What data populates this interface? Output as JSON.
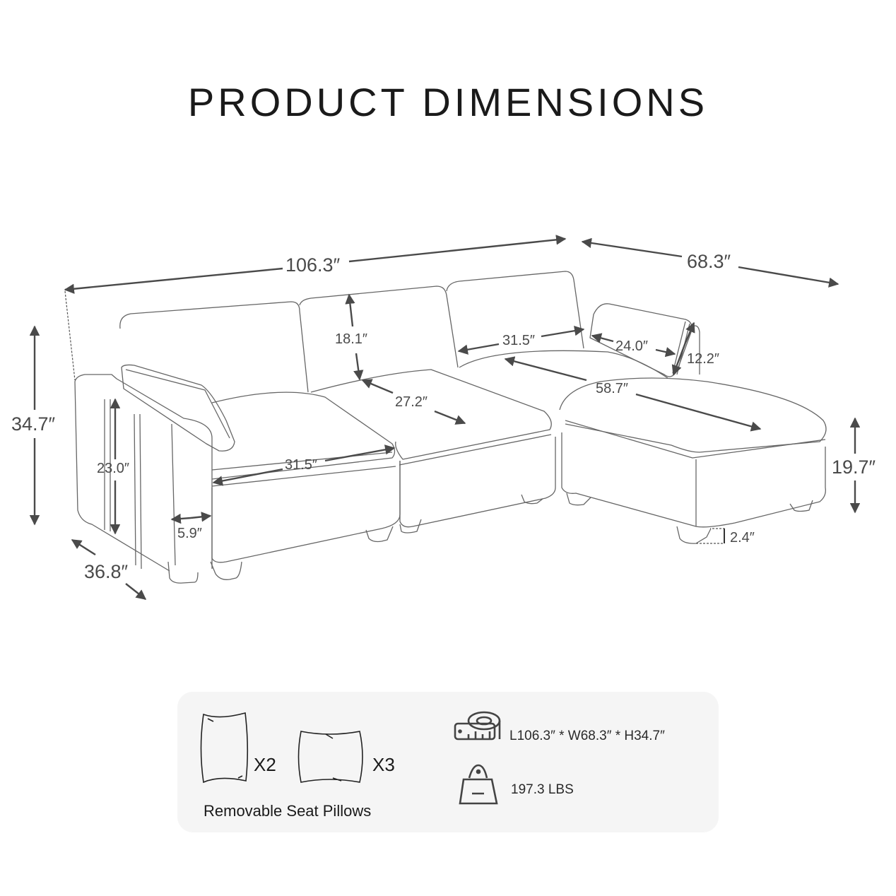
{
  "title": "PRODUCT DIMENSIONS",
  "dimensions": {
    "overall_length": "106.3″",
    "overall_width": "68.3″",
    "overall_height": "34.7″",
    "depth": "36.8″",
    "arm_height": "23.0″",
    "arm_width": "5.9″",
    "seat_width_left": "31.5″",
    "seat_width_right": "31.5″",
    "back_height": "18.1″",
    "seat_depth": "27.2″",
    "chaise_length": "58.7″",
    "pillow_width": "24.0″",
    "pillow_height": "12.2″",
    "seat_height": "19.7″",
    "leg_height": "2.4″"
  },
  "info_panel": {
    "pillow_count_1": "X2",
    "pillow_count_2": "X3",
    "pillow_caption": "Removable Seat Pillows",
    "size_spec": "L106.3″ * W68.3″ * H34.7″",
    "weight_spec": "197.3 LBS",
    "icons": {
      "size": "tape-measure-icon",
      "weight": "weight-bag-icon"
    }
  },
  "colors": {
    "line": "#555555",
    "arrow": "#4a4a4a",
    "panel_bg": "#f5f5f5",
    "text": "#1a1a1a"
  }
}
